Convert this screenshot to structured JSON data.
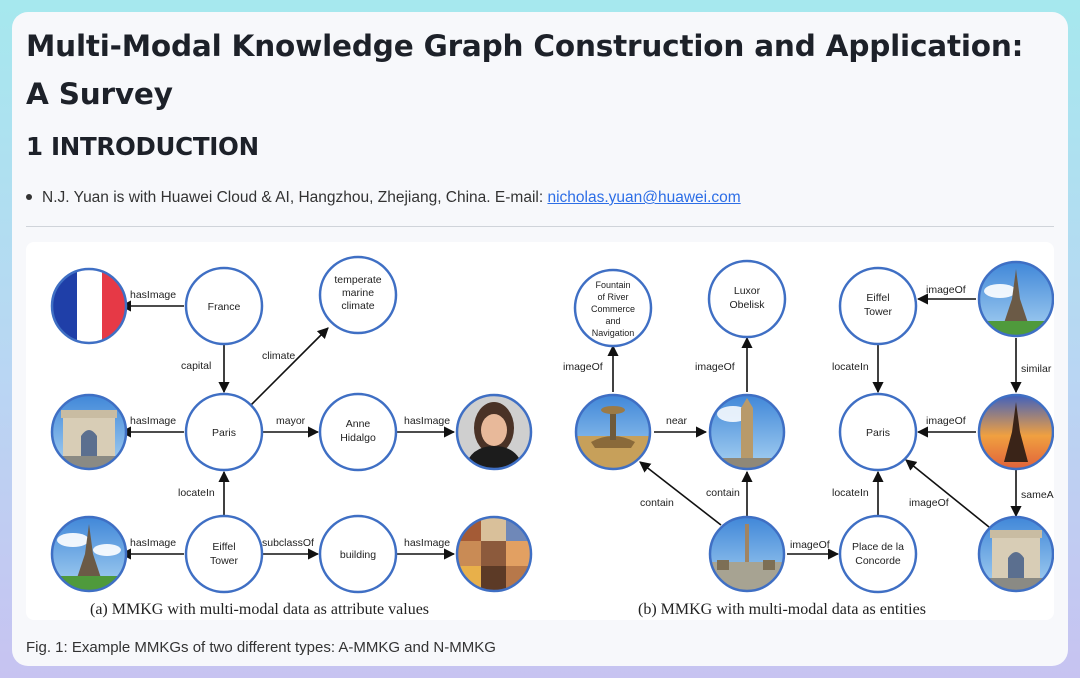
{
  "title": "Multi-Modal Knowledge Graph Construction and Application: A Survey",
  "section": "1 INTRODUCTION",
  "note": {
    "text": "N.J. Yuan is with Huawei Cloud & AI, Hangzhou, Zhejiang, China. E-mail:",
    "email": "nicholas.yuan@huawei.com"
  },
  "figure": {
    "left": {
      "caption": "(a) MMKG with multi-modal data as attribute values",
      "nodes": {
        "france": "France",
        "climate": [
          "temperate",
          "marine",
          "climate"
        ],
        "paris": "Paris",
        "hidalgo": [
          "Anne",
          "Hidalgo"
        ],
        "eiffel": [
          "Eiffel",
          "Tower"
        ],
        "building": "building"
      },
      "edges": {
        "hasimage1": "hasImage",
        "capital": "capital",
        "climate": "climate",
        "hasimage2": "hasImage",
        "mayor": "mayor",
        "hasimage3": "hasImage",
        "locatein": "locateIn",
        "hasimage4": "hasImage",
        "subclassof": "subclassOf",
        "hasimage5": "hasImage"
      }
    },
    "right": {
      "caption": "(b) MMKG with multi-modal data as entities",
      "nodes": {
        "fountain": [
          "Fountain",
          "of River",
          "Commerce",
          "and",
          "Navigation"
        ],
        "luxor": [
          "Luxor",
          "Obelisk"
        ],
        "eiffel": [
          "Eiffel",
          "Tower"
        ],
        "paris": "Paris",
        "concorde": [
          "Place de la",
          "Concorde"
        ]
      },
      "edges": {
        "imageof1": "imageOf",
        "imageof2": "imageOf",
        "imageof3": "imageOf",
        "near": "near",
        "contain1": "contain",
        "contain2": "contain",
        "locatein1": "locateIn",
        "similar": "similar",
        "imageof4": "imageOf",
        "imageof5": "imageOf",
        "locatein2": "locateIn",
        "imageof6": "imageOf",
        "sameas": "sameAs"
      }
    }
  },
  "caption": "Fig. 1: Example MMKGs of two different types: A-MMKG and N-MMKG",
  "colors": {
    "node_stroke": "#3f6fc4",
    "link": "#2d6ee6"
  }
}
